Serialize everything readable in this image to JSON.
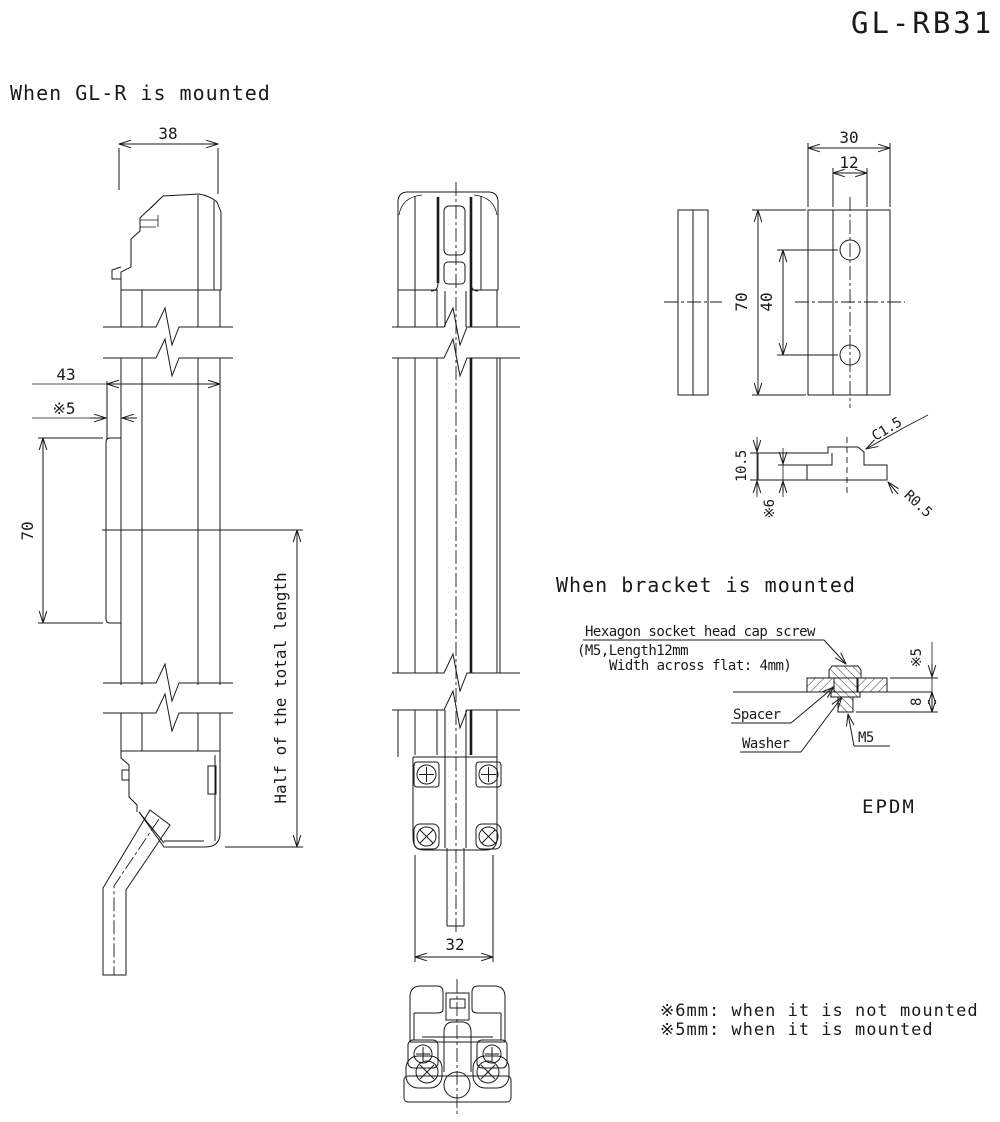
{
  "title": "GL-RB31",
  "headings": {
    "gl_r": "When GL-R is mounted",
    "bracket": "When bracket is mounted"
  },
  "left_view": {
    "dim_38": "38",
    "dim_43": "43",
    "dim_gap_5": "※5",
    "dim_70": "70",
    "half_length": "Half of the total length"
  },
  "front_view": {
    "dim_32": "32"
  },
  "plate_views": {
    "dim_30": "30",
    "dim_12": "12",
    "dim_70": "70",
    "dim_40": "40"
  },
  "profile_view": {
    "dim_10_5": "10.5",
    "dim_gap_6": "※6",
    "chamfer": "C1.5",
    "radius": "R0.5"
  },
  "mount_detail": {
    "screw_line1": "Hexagon socket head cap screw",
    "screw_line2": "(M5,Length12mm",
    "screw_line3": "Width across flat: 4mm)",
    "spacer": "Spacer",
    "washer": "Washer",
    "thread": "M5",
    "dim_gap_5": "※5",
    "dim_8": "8",
    "material": "EPDM"
  },
  "notes": {
    "note_6mm": "※6mm: when it is not mounted",
    "note_5mm": "※5mm: when it is mounted"
  },
  "colors": {
    "line": "#1a1a1a",
    "background": "#ffffff"
  }
}
